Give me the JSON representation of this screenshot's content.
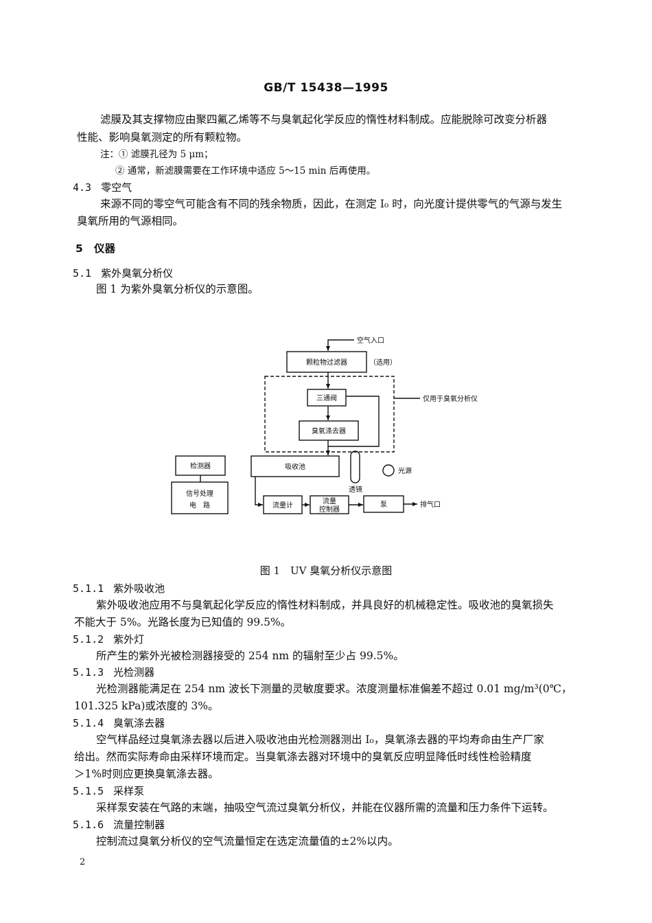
{
  "header": "GB/T 15438—1995",
  "intro": {
    "line1": "滤膜及其支撑物应由聚四氟乙烯等不与臭氧起化学反应的惰性材料制成。应能脱除可改变分析器",
    "line2": "性能、影响臭氧测定的所有颗粒物。",
    "note1": "注：① 滤膜孔径为 5 μm；",
    "note2": "② 通常，新滤膜需要在工作环境中适应 5～15 min 后再使用。"
  },
  "s43": {
    "num": "4.3",
    "title": "零空气",
    "line1": "来源不同的零空气可能含有不同的残余物质，因此，在测定 I₀ 时，向光度计提供零气的气源与发生",
    "line2": "臭氧所用的气源相同。"
  },
  "s5": {
    "num": "5",
    "title": "仪器"
  },
  "s51": {
    "num": "5.1",
    "title": "紫外臭氧分析仪",
    "line1": "图 1 为紫外臭氧分析仪的示意图。"
  },
  "diagram": {
    "air_inlet": "空气入口",
    "particle_filter": "颗粒物过滤器",
    "optional": "（选用）",
    "three_way_valve": "三通阀",
    "only_for": "仅用于臭氧分析仪",
    "ozone_scrubber": "臭氧涤去器",
    "detector": "检测器",
    "absorption_cell": "吸收池",
    "light_source": "光源",
    "signal_line1": "信号处理",
    "signal_line2": "电　路",
    "lens": "透镜",
    "flowmeter": "流量计",
    "flow_ctrl_line1": "流量",
    "flow_ctrl_line2": "控制器",
    "pump": "泵",
    "exhaust": "排气口"
  },
  "caption": "图 1　UV 臭氧分析仪示意图",
  "s511": {
    "num": "5.1.1",
    "title": "紫外吸收池",
    "line1": "紫外吸收池应用不与臭氧起化学反应的惰性材料制成，并具良好的机械稳定性。吸收池的臭氧损失",
    "line2": "不能大于 5%。光路长度为已知值的 99.5%。"
  },
  "s512": {
    "num": "5.1.2",
    "title": "紫外灯",
    "line1": "所产生的紫外光被检测器接受的 254 nm 的辐射至少占 99.5%。"
  },
  "s513": {
    "num": "5.1.3",
    "title": "光检测器",
    "line1": "光检测器能满足在 254 nm 波长下测量的灵敏度要求。浓度测量标准偏差不超过 0.01 mg/m³(0℃，",
    "line2": "101.325 kPa)或浓度的 3%。"
  },
  "s514": {
    "num": "5.1.4",
    "title": "臭氧涤去器",
    "line1": "空气样品经过臭氧涤去器以后进入吸收池由光检测器测出 I₀，臭氧涤去器的平均寿命由生产厂家",
    "line2": "给出。然而实际寿命由采样环境而定。当臭氧涤去器对环境中的臭氧反应明显降低时线性检验精度",
    "line3": "＞1%时则应更换臭氧涤去器。"
  },
  "s515": {
    "num": "5.1.5",
    "title": "采样泵",
    "line1": "采样泵安装在气路的末端，抽吸空气流过臭氧分析仪，并能在仪器所需的流量和压力条件下运转。"
  },
  "s516": {
    "num": "5.1.6",
    "title": "流量控制器",
    "line1": "控制流过臭氧分析仪的空气流量恒定在选定流量值的±2%以内。"
  },
  "page_number": "2"
}
